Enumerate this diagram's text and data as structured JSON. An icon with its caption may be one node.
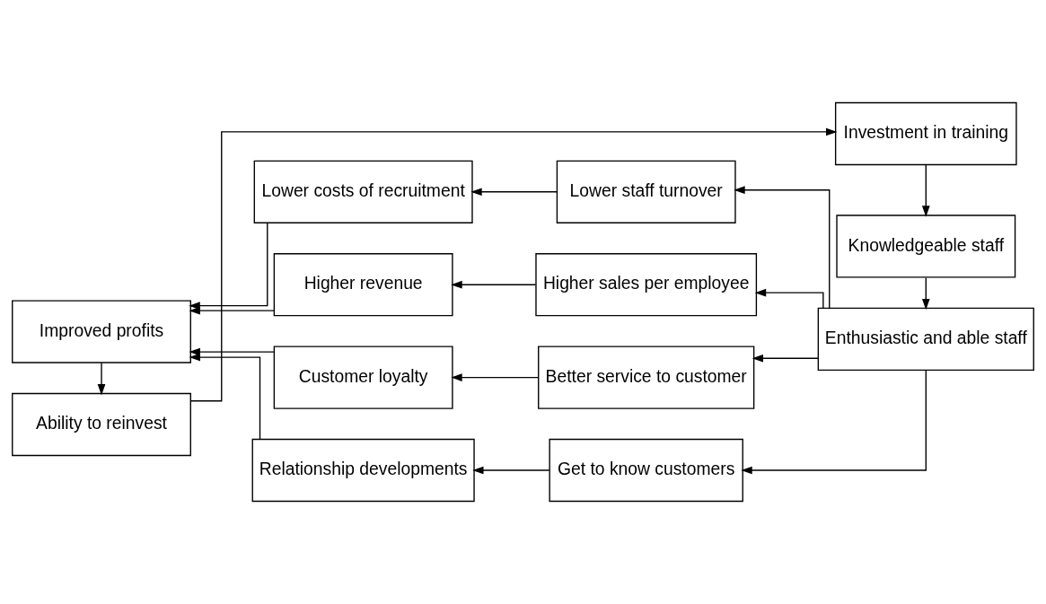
{
  "diagram": {
    "nodes": [
      {
        "text": [
          "Ability to reinvest"
        ]
      },
      {
        "text": [
          "Investment in training"
        ]
      },
      {
        "text": [
          "Knowledgeable staff"
        ]
      },
      {
        "text": [
          "Improved profits"
        ]
      },
      {
        "text": [
          "Enthusiastic and able staff"
        ]
      },
      {
        "text": [
          "Lower costs of recruitment"
        ]
      },
      {
        "text": [
          "Lower staff turnover"
        ]
      },
      {
        "text": [
          "Higher revenue"
        ]
      },
      {
        "text": [
          "Higher sales per employee"
        ]
      },
      {
        "text": [
          "Customer loyalty"
        ]
      },
      {
        "text": [
          "Better service to customer"
        ]
      },
      {
        "text": [
          "Relationship developments"
        ]
      },
      {
        "text": [
          "Get to know customers"
        ]
      }
    ],
    "edges": [
      {
        "from": 0,
        "to": 1,
        "arrow": "to"
      },
      {
        "from": 1,
        "to": 2,
        "arrow": "to"
      },
      {
        "from": 2,
        "to": 4,
        "arrow": "to"
      },
      {
        "from": 3,
        "to": 0,
        "arrow": "to"
      },
      {
        "from": 4,
        "to": 6,
        "arrow": "to"
      },
      {
        "from": 4,
        "to": 8,
        "arrow": "to"
      },
      {
        "from": 4,
        "to": 10,
        "arrow": "to"
      },
      {
        "from": 4,
        "to": 12,
        "arrow": "to"
      },
      {
        "from": 6,
        "to": 5,
        "arrow": "to"
      },
      {
        "from": 8,
        "to": 7,
        "arrow": "to"
      },
      {
        "from": 10,
        "to": 9,
        "arrow": "to"
      },
      {
        "from": 12,
        "to": 11,
        "arrow": "to"
      },
      {
        "from": 5,
        "to": 3,
        "arrow": "to"
      },
      {
        "from": 7,
        "to": 3,
        "arrow": "to"
      },
      {
        "from": 9,
        "to": 3,
        "arrow": "to"
      },
      {
        "from": 11,
        "to": 3,
        "arrow": "to"
      }
    ]
  }
}
